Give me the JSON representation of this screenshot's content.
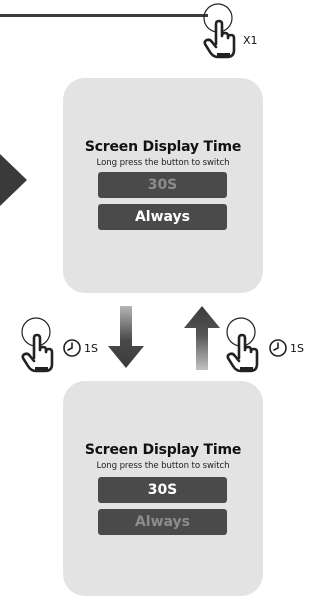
{
  "top_gesture": {
    "label": "X1",
    "icon": "hand-pointer-icon"
  },
  "panel_top": {
    "title": "Screen Display Time",
    "subtitle": "Long press the button to switch",
    "options": [
      {
        "label": "30S",
        "state": "inactive"
      },
      {
        "label": "Always",
        "state": "active"
      }
    ]
  },
  "panel_bottom": {
    "title": "Screen Display Time",
    "subtitle": "Long press the button to switch",
    "options": [
      {
        "label": "30S",
        "state": "active"
      },
      {
        "label": "Always",
        "state": "inactive"
      }
    ]
  },
  "left_gesture": {
    "label": "1S",
    "icon": "hand-pointer-icon",
    "timer_icon": "clock-icon"
  },
  "right_gesture": {
    "label": "1S",
    "icon": "hand-pointer-icon",
    "timer_icon": "clock-icon"
  },
  "colors": {
    "panel_bg": "#e3e3e3",
    "option_bg": "#4a4a4a",
    "option_active_text": "#ffffff",
    "option_inactive_text": "#8c8c8c",
    "arrow_dark": "#3a3a3a"
  }
}
